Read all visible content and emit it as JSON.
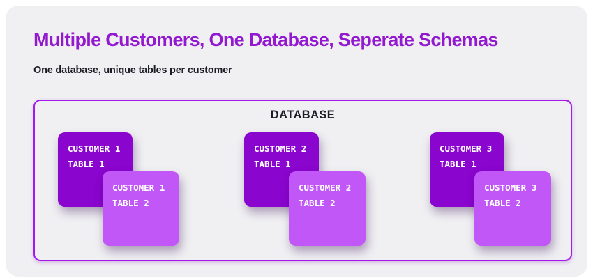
{
  "header": {
    "title": "Multiple Customers, One Database, Seperate Schemas",
    "subtitle": "One database, unique tables per customer"
  },
  "colors": {
    "panel_bg": "#f0f0f3",
    "title_purple": "#9219cf",
    "heading_dark": "#1c1c26",
    "box_border_purple": "#a21bea",
    "card_dark_purple": "#8a05ce",
    "card_light_purple": "#c257f8",
    "card_text": "#ffffff"
  },
  "database": {
    "label": "DATABASE",
    "groups": [
      {
        "back_card": {
          "line1": "CUSTOMER 1",
          "line2": "TABLE 1"
        },
        "front_card": {
          "line1": "CUSTOMER 1",
          "line2": "TABLE 2"
        }
      },
      {
        "back_card": {
          "line1": "CUSTOMER 2",
          "line2": "TABLE 1"
        },
        "front_card": {
          "line1": "CUSTOMER 2",
          "line2": "TABLE 2"
        }
      },
      {
        "back_card": {
          "line1": "CUSTOMER 3",
          "line2": "TABLE 1"
        },
        "front_card": {
          "line1": "CUSTOMER 3",
          "line2": "TABLE 2"
        }
      }
    ]
  }
}
